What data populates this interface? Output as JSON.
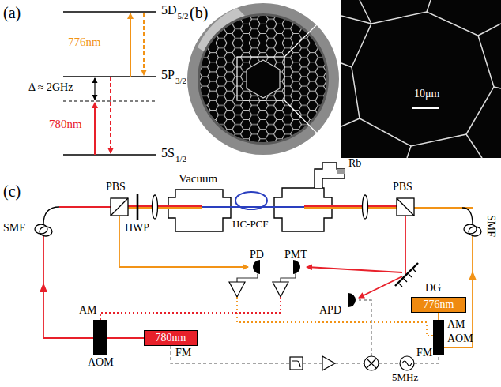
{
  "diagram": {
    "nodes": [
      {
        "text": [
          "780nm"
        ]
      },
      {
        "text": [
          "776nm"
        ]
      },
      {
        "text": [
          "AOM"
        ]
      },
      {
        "text": [
          "AOM"
        ]
      }
    ],
    "edges": [
      {
        "from": 0,
        "to": 2,
        "arrow": "none"
      },
      {
        "from": 1,
        "to": 3,
        "arrow": "none"
      }
    ],
    "labels": [
      "(a)",
      "5D",
      "5/2",
      "5P",
      "3/2",
      "5S",
      "1/2",
      "776nm",
      "780nm",
      "Δ ≈ 2GHz",
      "(b)",
      "10μm",
      "(c)",
      "PBS",
      "HWP",
      "Vacuum",
      "HC-PCF",
      "Rb",
      "PBS",
      "SMF",
      "SMF",
      "PD",
      "PMT",
      "DG",
      "APD",
      "AM",
      "FM",
      "AM",
      "FM",
      "5MHz"
    ]
  }
}
